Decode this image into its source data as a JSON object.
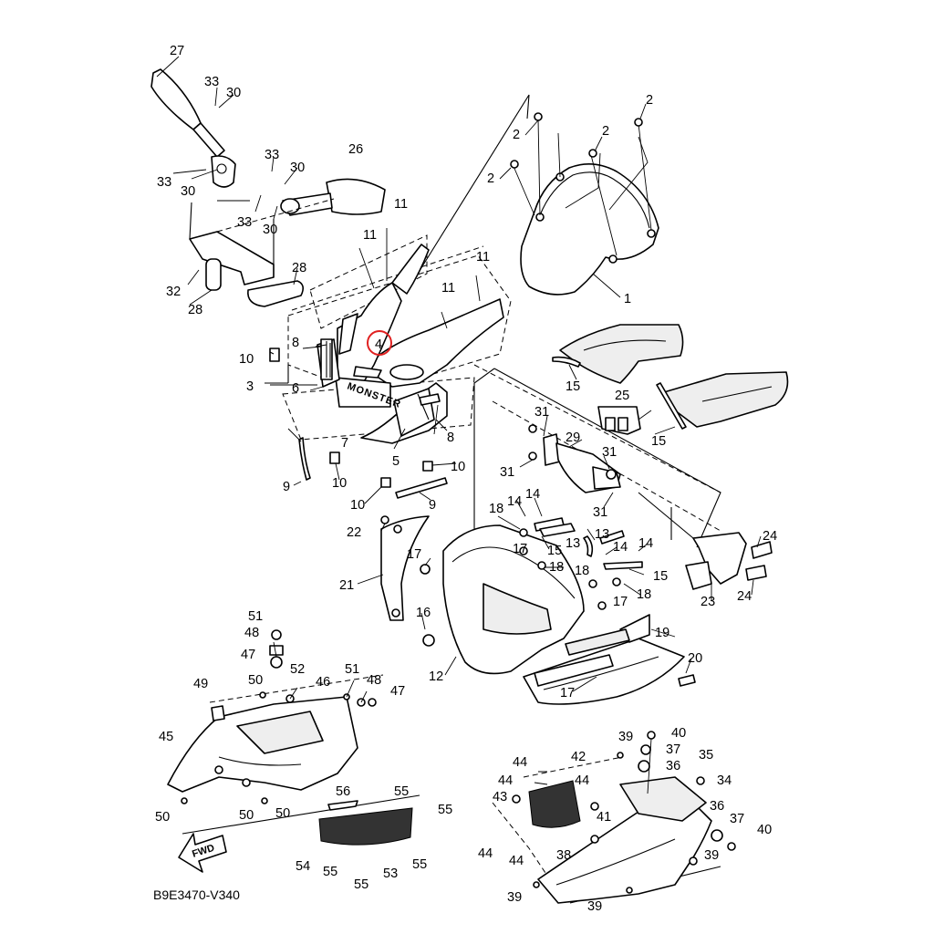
{
  "diagram_code": "B9E3470-V340",
  "fwd_label": "FWD",
  "logo_text": "MONSTER",
  "highlight": {
    "part": "4",
    "color": "#e02020"
  },
  "labels": [
    {
      "id": "l27",
      "t": "27"
    },
    {
      "id": "l33a",
      "t": "33"
    },
    {
      "id": "l30a",
      "t": "30"
    },
    {
      "id": "l33b",
      "t": "33"
    },
    {
      "id": "l30b",
      "t": "30"
    },
    {
      "id": "l33c",
      "t": "33"
    },
    {
      "id": "l30c",
      "t": "30"
    },
    {
      "id": "l33d",
      "t": "33"
    },
    {
      "id": "l30d",
      "t": "30"
    },
    {
      "id": "l26",
      "t": "26"
    },
    {
      "id": "l11a",
      "t": "11"
    },
    {
      "id": "l11b",
      "t": "11"
    },
    {
      "id": "l11c",
      "t": "11"
    },
    {
      "id": "l11d",
      "t": "11"
    },
    {
      "id": "l32",
      "t": "32"
    },
    {
      "id": "l28a",
      "t": "28"
    },
    {
      "id": "l28b",
      "t": "28"
    },
    {
      "id": "l2a",
      "t": "2"
    },
    {
      "id": "l2b",
      "t": "2"
    },
    {
      "id": "l2c",
      "t": "2"
    },
    {
      "id": "l2d",
      "t": "2"
    },
    {
      "id": "l1",
      "t": "1"
    },
    {
      "id": "l4",
      "t": "4"
    },
    {
      "id": "l8a",
      "t": "8"
    },
    {
      "id": "l10a",
      "t": "10"
    },
    {
      "id": "l3",
      "t": "3"
    },
    {
      "id": "l6",
      "t": "6"
    },
    {
      "id": "l7",
      "t": "7"
    },
    {
      "id": "l5",
      "t": "5"
    },
    {
      "id": "l8b",
      "t": "8"
    },
    {
      "id": "l10b",
      "t": "10"
    },
    {
      "id": "l10c",
      "t": "10"
    },
    {
      "id": "l10d",
      "t": "10"
    },
    {
      "id": "l9a",
      "t": "9"
    },
    {
      "id": "l9b",
      "t": "9"
    },
    {
      "id": "l15a",
      "t": "15"
    },
    {
      "id": "l25",
      "t": "25"
    },
    {
      "id": "l15b",
      "t": "15"
    },
    {
      "id": "l31a",
      "t": "31"
    },
    {
      "id": "l29",
      "t": "29"
    },
    {
      "id": "l31b",
      "t": "31"
    },
    {
      "id": "l31c",
      "t": "31"
    },
    {
      "id": "l31d",
      "t": "31"
    },
    {
      "id": "l18a",
      "t": "18"
    },
    {
      "id": "l14a",
      "t": "14"
    },
    {
      "id": "l14b",
      "t": "14"
    },
    {
      "id": "l22",
      "t": "22"
    },
    {
      "id": "l17a",
      "t": "17"
    },
    {
      "id": "l15c",
      "t": "15"
    },
    {
      "id": "l13a",
      "t": "13"
    },
    {
      "id": "l13b",
      "t": "13"
    },
    {
      "id": "l14c",
      "t": "14"
    },
    {
      "id": "l14d",
      "t": "14"
    },
    {
      "id": "l24a",
      "t": "24"
    },
    {
      "id": "l17b",
      "t": "17"
    },
    {
      "id": "l18b",
      "t": "18"
    },
    {
      "id": "l21",
      "t": "21"
    },
    {
      "id": "l15d",
      "t": "15"
    },
    {
      "id": "l18c",
      "t": "18"
    },
    {
      "id": "l18d",
      "t": "18"
    },
    {
      "id": "l24b",
      "t": "24"
    },
    {
      "id": "l23",
      "t": "23"
    },
    {
      "id": "l17c",
      "t": "17"
    },
    {
      "id": "l16",
      "t": "16"
    },
    {
      "id": "l19",
      "t": "19"
    },
    {
      "id": "l20",
      "t": "20"
    },
    {
      "id": "l12",
      "t": "12"
    },
    {
      "id": "l17d",
      "t": "17"
    },
    {
      "id": "l51a",
      "t": "51"
    },
    {
      "id": "l48a",
      "t": "48"
    },
    {
      "id": "l47a",
      "t": "47"
    },
    {
      "id": "l52",
      "t": "52"
    },
    {
      "id": "l50a",
      "t": "50"
    },
    {
      "id": "l51b",
      "t": "51"
    },
    {
      "id": "l46",
      "t": "46"
    },
    {
      "id": "l48b",
      "t": "48"
    },
    {
      "id": "l47b",
      "t": "47"
    },
    {
      "id": "l49",
      "t": "49"
    },
    {
      "id": "l45",
      "t": "45"
    },
    {
      "id": "l50b",
      "t": "50"
    },
    {
      "id": "l50c",
      "t": "50"
    },
    {
      "id": "l50d",
      "t": "50"
    },
    {
      "id": "l56",
      "t": "56"
    },
    {
      "id": "l55a",
      "t": "55"
    },
    {
      "id": "l55b",
      "t": "55"
    },
    {
      "id": "l54",
      "t": "54"
    },
    {
      "id": "l55c",
      "t": "55"
    },
    {
      "id": "l55d",
      "t": "55"
    },
    {
      "id": "l53",
      "t": "53"
    },
    {
      "id": "l55e",
      "t": "55"
    },
    {
      "id": "l39a",
      "t": "39"
    },
    {
      "id": "l40a",
      "t": "40"
    },
    {
      "id": "l37a",
      "t": "37"
    },
    {
      "id": "l42",
      "t": "42"
    },
    {
      "id": "l44a",
      "t": "44"
    },
    {
      "id": "l36a",
      "t": "36"
    },
    {
      "id": "l35",
      "t": "35"
    },
    {
      "id": "l44b",
      "t": "44"
    },
    {
      "id": "l44c",
      "t": "44"
    },
    {
      "id": "l34",
      "t": "34"
    },
    {
      "id": "l43",
      "t": "43"
    },
    {
      "id": "l36b",
      "t": "36"
    },
    {
      "id": "l37b",
      "t": "37"
    },
    {
      "id": "l41",
      "t": "41"
    },
    {
      "id": "l40b",
      "t": "40"
    },
    {
      "id": "l44d",
      "t": "44"
    },
    {
      "id": "l44e",
      "t": "44"
    },
    {
      "id": "l38",
      "t": "38"
    },
    {
      "id": "l39b",
      "t": "39"
    },
    {
      "id": "l39c",
      "t": "39"
    },
    {
      "id": "l39d",
      "t": "39"
    }
  ]
}
